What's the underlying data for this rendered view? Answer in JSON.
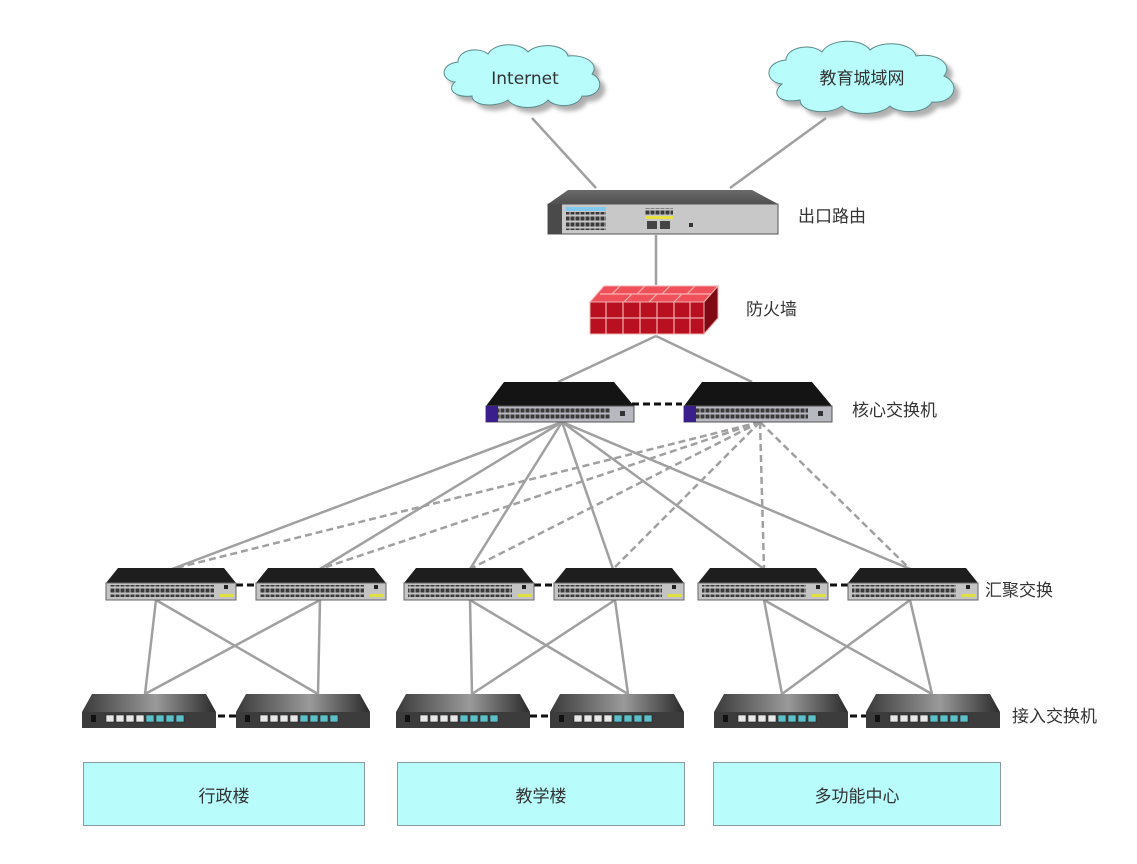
{
  "diagram": {
    "title": "Campus network topology",
    "clouds": [
      {
        "id": "internet",
        "label": "Internet"
      },
      {
        "id": "edu-man",
        "label": "教育城域网"
      }
    ],
    "layers": {
      "router": {
        "label": "出口路由"
      },
      "firewall": {
        "label": "防火墙"
      },
      "core": {
        "label": "核心交换机",
        "count": 2
      },
      "aggregation": {
        "label": "汇聚交换",
        "count": 6
      },
      "access": {
        "label": "接入交换机",
        "count": 6
      }
    },
    "buildings": [
      {
        "label": "行政楼"
      },
      {
        "label": "教学楼"
      },
      {
        "label": "多功能中心"
      }
    ],
    "links": {
      "primary_style": "solid",
      "backup_style": "dashed",
      "stack_style": "black-dashed",
      "color": "#a0a0a0"
    },
    "colors": {
      "cloud_fill": "#b8fcfc",
      "building_fill": "#b8fcfc",
      "firewall_red": "#c0101c",
      "link_gray": "#a0a0a0",
      "core_accent": "#3a1e8c"
    }
  }
}
